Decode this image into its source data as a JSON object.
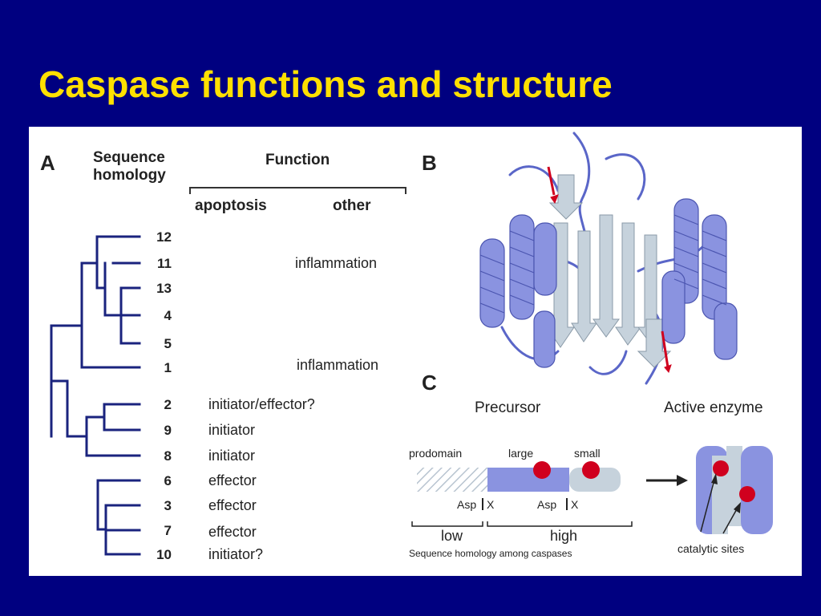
{
  "slide": {
    "title": "Caspase functions and structure"
  },
  "panel_a": {
    "letter": "A",
    "seq_header_1": "Sequence",
    "seq_header_2": "homology",
    "function_header": "Function",
    "apoptosis": "apoptosis",
    "other": "other",
    "rows": [
      {
        "num": "12",
        "apoptosis": "",
        "other": ""
      },
      {
        "num": "11",
        "apoptosis": "",
        "other": "inflammation"
      },
      {
        "num": "13",
        "apoptosis": "",
        "other": ""
      },
      {
        "num": "4",
        "apoptosis": "",
        "other": ""
      },
      {
        "num": "5",
        "apoptosis": "",
        "other": ""
      },
      {
        "num": "1",
        "apoptosis": "",
        "other": "inflammation"
      },
      {
        "num": "2",
        "apoptosis": "initiator/effector?",
        "other": ""
      },
      {
        "num": "9",
        "apoptosis": "initiator",
        "other": ""
      },
      {
        "num": "8",
        "apoptosis": "initiator",
        "other": ""
      },
      {
        "num": "6",
        "apoptosis": "effector",
        "other": ""
      },
      {
        "num": "3",
        "apoptosis": "effector",
        "other": ""
      },
      {
        "num": "7",
        "apoptosis": "effector",
        "other": ""
      },
      {
        "num": "10",
        "apoptosis": "initiator?",
        "other": ""
      }
    ]
  },
  "panel_b": {
    "letter": "B"
  },
  "panel_c": {
    "letter": "C",
    "precursor": "Precursor",
    "active_enzyme": "Active enzyme",
    "prodomain": "prodomain",
    "large": "large",
    "small": "small",
    "asp1": "Asp",
    "x1": "X",
    "asp2": "Asp",
    "x2": "X",
    "low": "low",
    "high": "high",
    "seq_caption": "Sequence homology among caspases",
    "catalytic": "catalytic sites"
  },
  "colors": {
    "background": "#000080",
    "title": "#FFE000",
    "tree": "#1a237e",
    "helix": "#8a93e0",
    "sheet": "#c6d2dc",
    "site": "#d0001e"
  }
}
